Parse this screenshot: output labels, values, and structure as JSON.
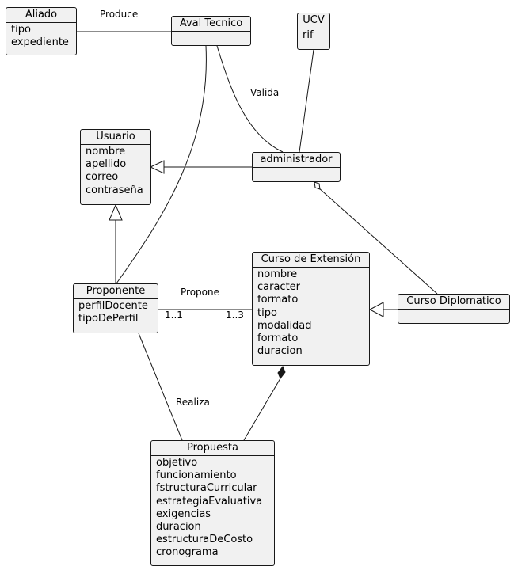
{
  "classes": {
    "aliado": {
      "name": "Aliado",
      "attributes": [
        "tipo",
        "expediente"
      ]
    },
    "aval": {
      "name": "Aval Tecnico",
      "attributes": []
    },
    "ucv": {
      "name": "UCV",
      "attributes": [
        "rif"
      ]
    },
    "usuario": {
      "name": "Usuario",
      "attributes": [
        "nombre",
        "apellido",
        "correo",
        "contraseña"
      ]
    },
    "administrador": {
      "name": "administrador",
      "attributes": []
    },
    "proponente": {
      "name": "Proponente",
      "attributes": [
        "perfilDocente",
        "tipoDePerfil"
      ]
    },
    "curso": {
      "name": "Curso de Extensión",
      "attributes": [
        "nombre",
        "caracter",
        "formato",
        "tipo",
        "modalidad",
        "formato",
        "duracion"
      ]
    },
    "diplomatico": {
      "name": "Curso Diplomatico",
      "attributes": []
    },
    "propuesta": {
      "name": "Propuesta",
      "attributes": [
        "objetivo",
        "funcionamiento",
        "fstructuraCurricular",
        "estrategiaEvaluativa",
        "exigencias",
        "duracion",
        "estructuraDeCosto",
        "cronograma"
      ]
    }
  },
  "relations": {
    "produce": "Produce",
    "valida": "Valida",
    "propone": "Propone",
    "propone_source_mult": "1..1",
    "propone_target_mult": "1..3",
    "realiza": "Realiza"
  }
}
